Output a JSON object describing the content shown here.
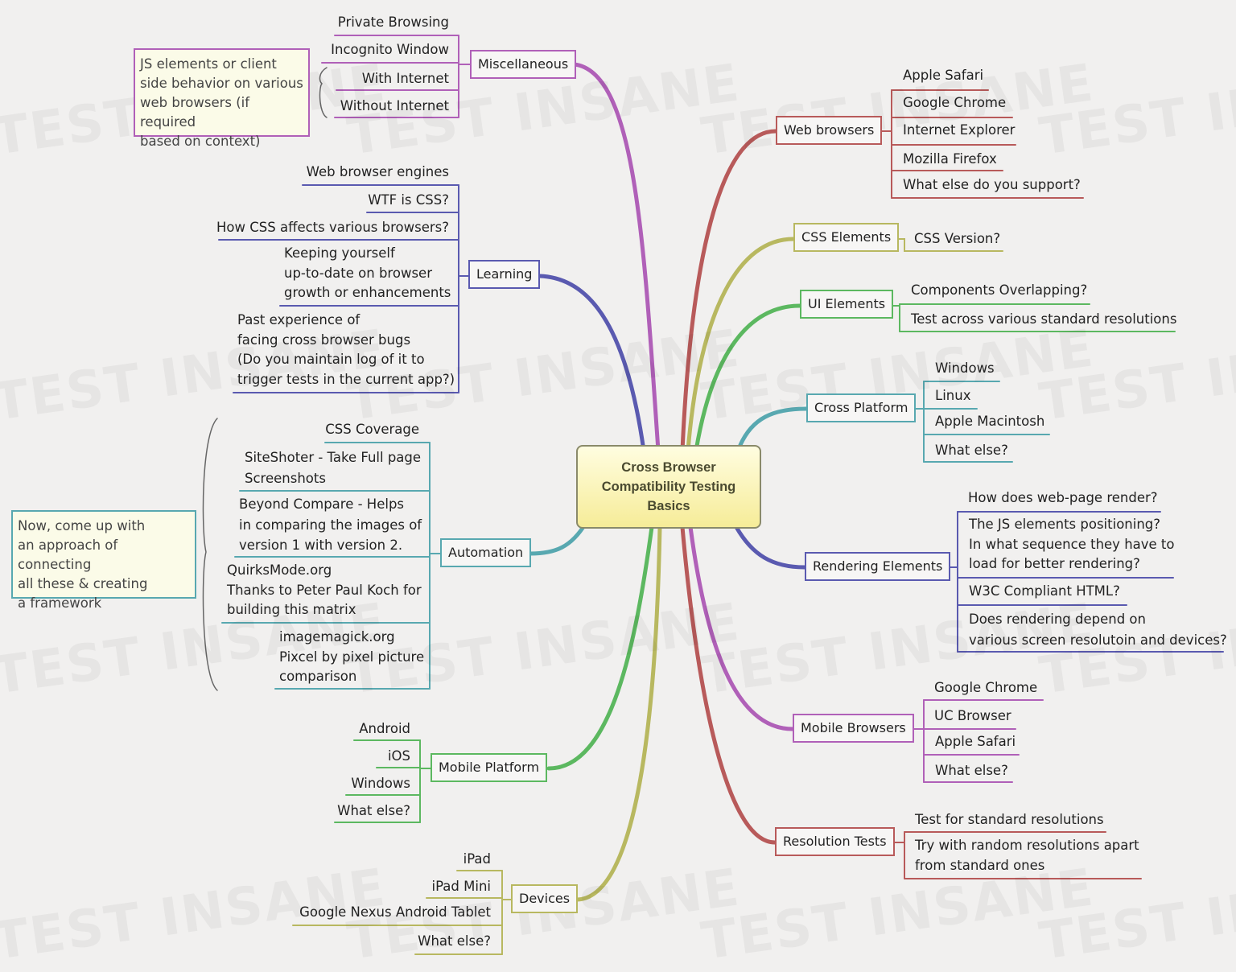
{
  "watermark": "TEST INSANE",
  "center": {
    "lines": [
      "Cross Browser",
      "Compatibility Testing",
      "Basics"
    ]
  },
  "branches": {
    "miscellaneous": {
      "label": "Miscellaneous",
      "color": "#b060b8",
      "leaves": [
        "Private Browsing",
        "Incognito Window",
        "With Internet",
        "Without Internet"
      ]
    },
    "learning": {
      "label": "Learning",
      "color": "#5a5ab0",
      "leaves": [
        [
          "Web browser engines"
        ],
        [
          "WTF is CSS?"
        ],
        [
          "How CSS affects various browsers?"
        ],
        [
          "Keeping yourself",
          "up-to-date on browser",
          "growth or enhancements"
        ],
        [
          "Past experience of",
          "facing cross browser bugs",
          "(Do you maintain log of it to",
          "trigger tests in the current app?)"
        ]
      ]
    },
    "automation": {
      "label": "Automation",
      "color": "#58a8b0",
      "leaves": [
        [
          "CSS Coverage"
        ],
        [
          "SiteShoter - Take Full page",
          "Screenshots"
        ],
        [
          "Beyond Compare - Helps",
          "in comparing the images of",
          "version 1 with version 2."
        ],
        [
          "QuirksMode.org",
          "Thanks to Peter Paul Koch for",
          "building this matrix"
        ],
        [
          "imagemagick.org",
          "Pixcel by pixel picture",
          "comparison"
        ]
      ]
    },
    "mobile_platform": {
      "label": "Mobile Platform",
      "color": "#5cb860",
      "leaves": [
        "Android",
        "iOS",
        "Windows",
        "What else?"
      ]
    },
    "devices": {
      "label": "Devices",
      "color": "#b8b860",
      "leaves": [
        "iPad",
        "iPad Mini",
        "Google Nexus Android Tablet",
        "What else?"
      ]
    },
    "web_browsers": {
      "label": "Web browsers",
      "color": "#b85a5a",
      "leaves": [
        "Apple Safari",
        "Google Chrome",
        "Internet Explorer",
        "Mozilla Firefox",
        "What else do you support?"
      ]
    },
    "css_elements": {
      "label": "CSS Elements",
      "color": "#b8b860",
      "leaves": [
        "CSS Version?"
      ]
    },
    "ui_elements": {
      "label": "UI Elements",
      "color": "#5cb860",
      "leaves": [
        "Components Overlapping?",
        "Test across various standard resolutions"
      ]
    },
    "cross_platform": {
      "label": "Cross Platform",
      "color": "#58a8b0",
      "leaves": [
        "Windows",
        "Linux",
        "Apple Macintosh",
        "What else?"
      ]
    },
    "rendering_elements": {
      "label": "Rendering Elements",
      "color": "#5a5ab0",
      "leaves": [
        [
          "How does web-page render?"
        ],
        [
          "The JS elements positioning?",
          "In what sequence they have to",
          "load for better rendering?"
        ],
        [
          "W3C Compliant HTML?"
        ],
        [
          "Does rendering depend on",
          "various screen resolutoin and devices?"
        ]
      ]
    },
    "mobile_browsers": {
      "label": "Mobile Browsers",
      "color": "#b060b8",
      "leaves": [
        "Google Chrome",
        "UC Browser",
        "Apple Safari",
        "What else?"
      ]
    },
    "resolution_tests": {
      "label": "Resolution Tests",
      "color": "#b85a5a",
      "leaves": [
        [
          "Test for standard resolutions"
        ],
        [
          "Try with random resolutions apart",
          "from standard ones"
        ]
      ]
    }
  },
  "notes": {
    "js_note": {
      "lines": [
        "JS elements or client",
        "side behavior on various",
        "web browsers (if required",
        "based on context)"
      ],
      "color": "#b060b8"
    },
    "framework_note": {
      "lines": [
        "Now, come up with",
        "an approach of connecting",
        "all these & creating",
        "a framework"
      ],
      "color": "#58a8b0"
    }
  }
}
